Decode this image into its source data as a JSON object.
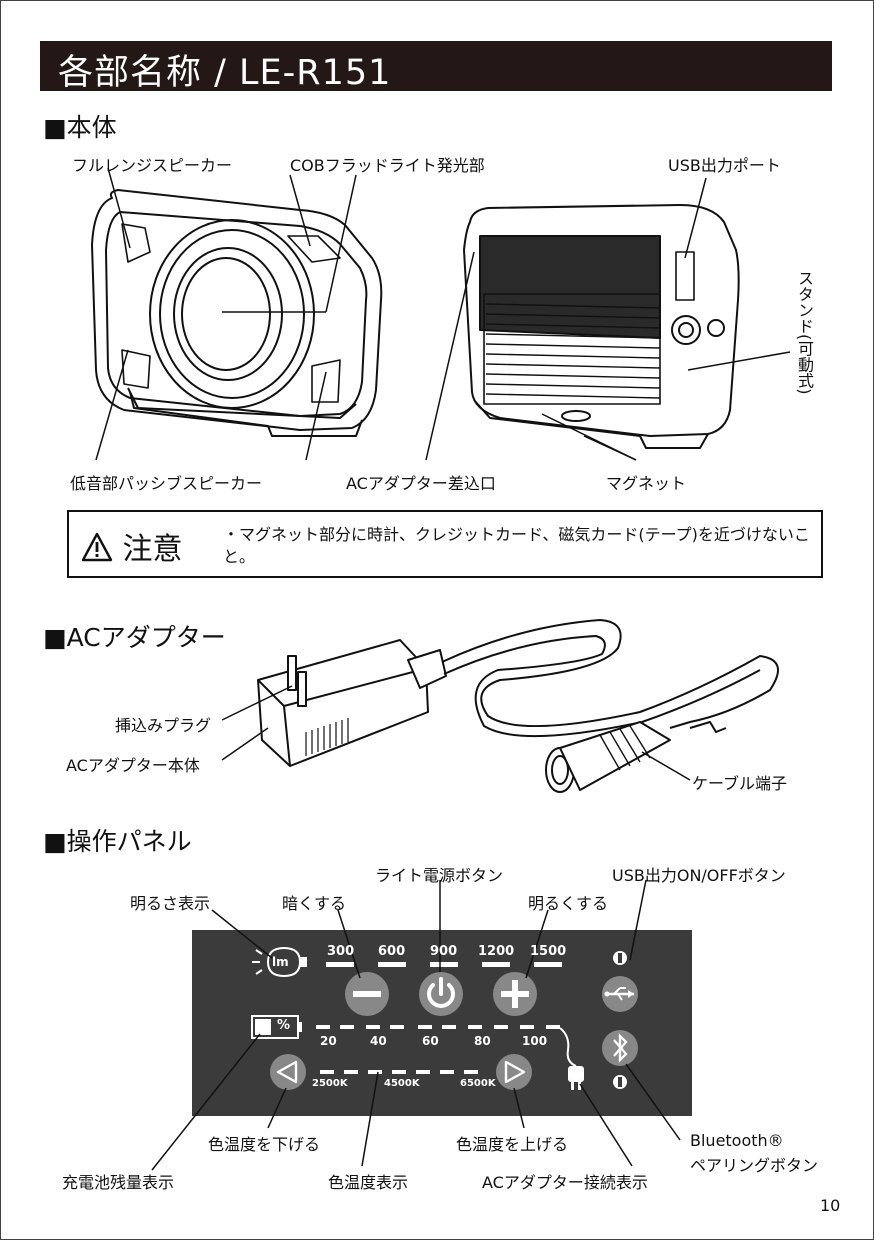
{
  "title": "各部名称 / LE-R151",
  "sections": {
    "body": "■本体",
    "adapter": "■ACアダプター",
    "panel": "■操作パネル"
  },
  "body_labels": {
    "full_range_speaker": "フルレンジスピーカー",
    "cob_light": "COBフラッドライト発光部",
    "usb_port": "USB出力ポート",
    "stand": "スタンド(可動式)",
    "bass_speaker": "低音部パッシブスピーカー",
    "ac_inlet": "ACアダプター差込口",
    "magnet": "マグネット"
  },
  "caution": {
    "heading": "注意",
    "text": "・マグネット部分に時計、クレジットカード、磁気カード(テープ)を近づけないこと。"
  },
  "adapter_labels": {
    "plug": "挿込みプラグ",
    "adapter_body": "ACアダプター本体",
    "cable_terminal": "ケーブル端子"
  },
  "panel_labels": {
    "light_power": "ライト電源ボタン",
    "usb_onoff": "USB出力ON/OFFボタン",
    "brightness_display": "明るさ表示",
    "dimmer": "暗くする",
    "brighter": "明るくする",
    "color_down": "色温度を下げる",
    "color_up": "色温度を上げる",
    "bluetooth_line1": "Bluetooth®",
    "bluetooth_line2": "ペアリングボタン",
    "battery_display": "充電池残量表示",
    "color_temp_display": "色温度表示",
    "ac_connect_display": "ACアダプター接続表示"
  },
  "panel_face": {
    "lm": "lm",
    "percent": "%",
    "lumens": [
      "300",
      "600",
      "900",
      "1200",
      "1500"
    ],
    "battery": [
      "20",
      "40",
      "60",
      "80",
      "100"
    ],
    "kelvin": [
      "2500K",
      "4500K",
      "6500K"
    ]
  },
  "page_number": "10",
  "icons": [
    "caution-icon",
    "minus-icon",
    "power-icon",
    "plus-icon",
    "usb-icon",
    "bluetooth-icon",
    "triangle-left-icon",
    "triangle-right-icon",
    "plug-icon",
    "battery-icon",
    "bulb-icon"
  ]
}
